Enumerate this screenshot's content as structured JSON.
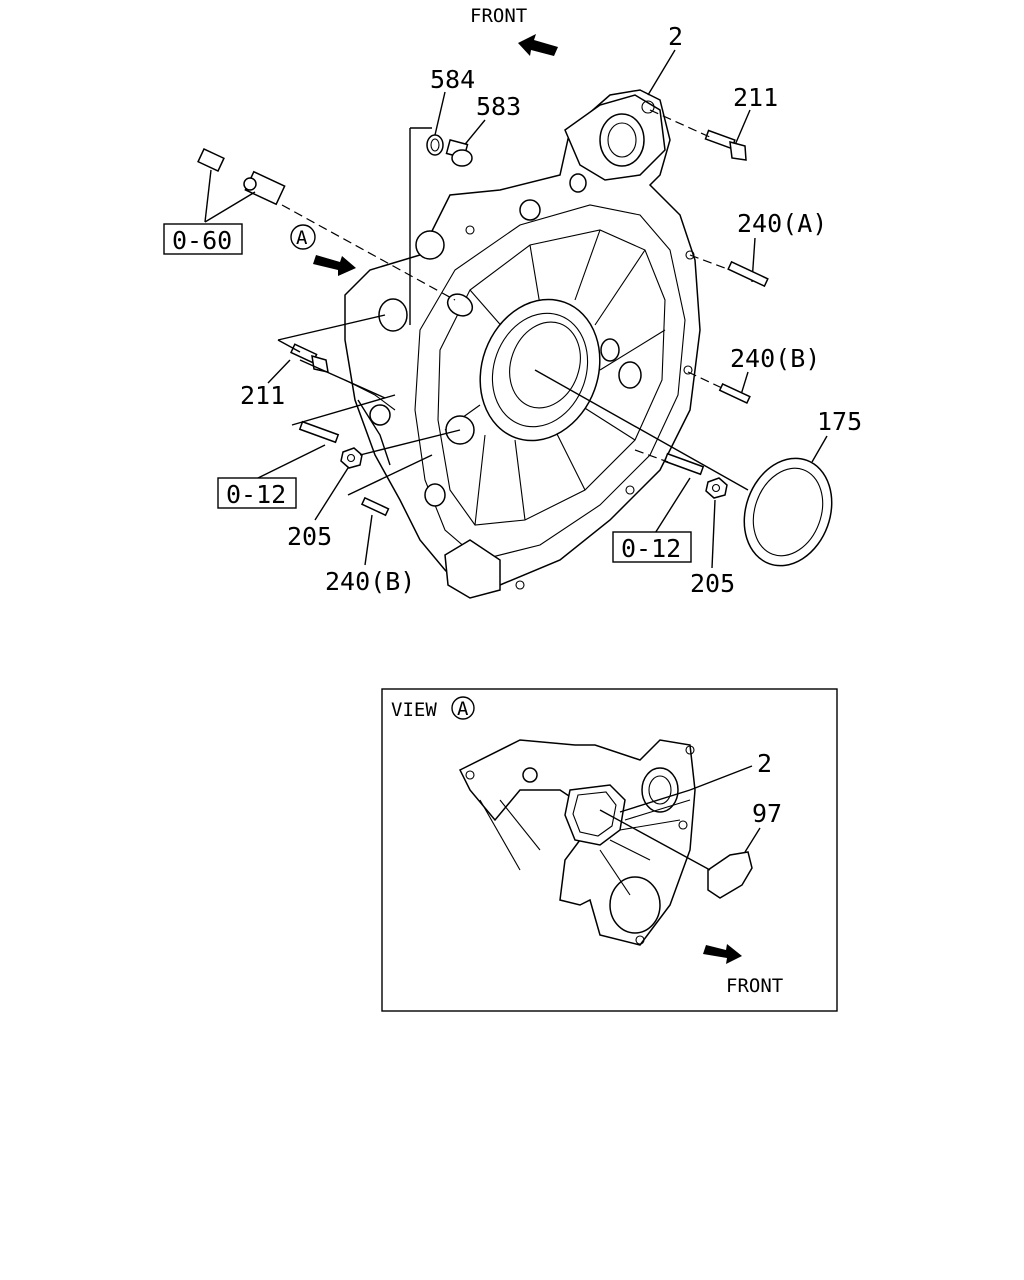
{
  "direction": {
    "front_top": "FRONT",
    "front_view": "FRONT"
  },
  "inset": {
    "title": "VIEW",
    "circle_letter": "A"
  },
  "view_marker_letter": "A",
  "callouts": {
    "c_2": "2",
    "c_211_top": "211",
    "c_584": "584",
    "c_583": "583",
    "c_240a": "240(A)",
    "c_240b_right": "240(B)",
    "c_175": "175",
    "c_211_left": "211",
    "c_205_left": "205",
    "c_240b_bottom": "240(B)",
    "c_205_right": "205",
    "c_2_view": "2",
    "c_97": "97"
  },
  "references": {
    "r_060": "0-60",
    "r_012_left": "0-12",
    "r_012_right": "0-12"
  }
}
